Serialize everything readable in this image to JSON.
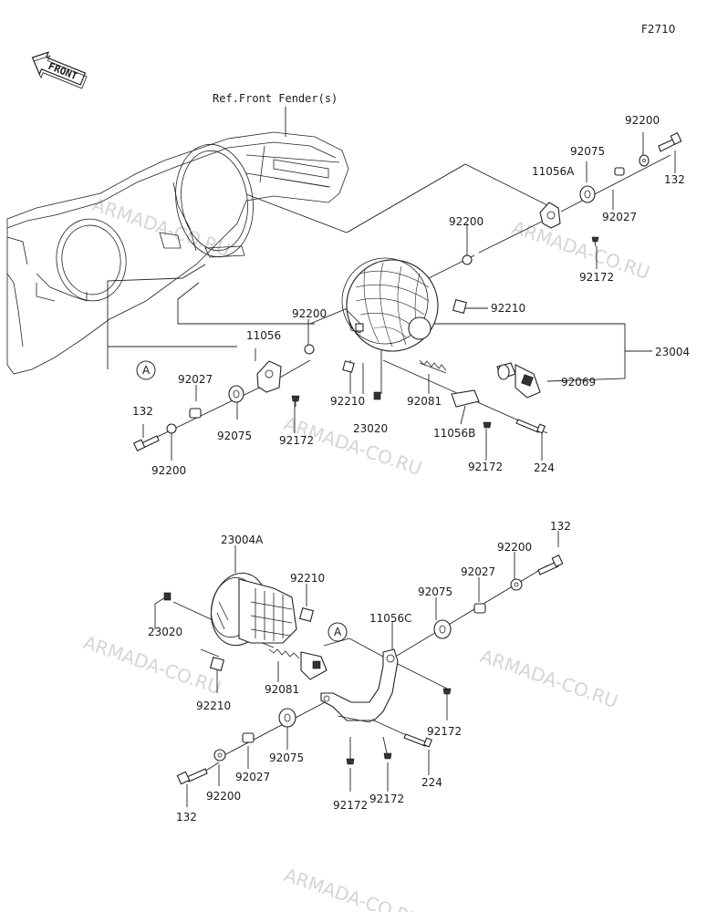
{
  "figure_code": "F2710",
  "front_label": "FRONT",
  "ref_label": "Ref.Front Fender(s)",
  "watermark": "ARMADA-CO.RU",
  "callout_a": "A",
  "upper": {
    "p92200_top": "92200",
    "p132_top": "132",
    "p92075_top": "92075",
    "p11056a": "11056A",
    "p92027_top": "92027",
    "p92172_top": "92172",
    "p92200_mid": "92200",
    "p92210_right": "92210",
    "p23004": "23004",
    "p92069": "92069",
    "p92200_left": "92200",
    "p11056": "11056",
    "p92210_left": "92210",
    "p92081": "92081",
    "p23020": "23020",
    "p11056b": "11056B",
    "p92027_left": "92027",
    "p132_left": "132",
    "p92075_left": "92075",
    "p92172_left": "92172",
    "p92200_bottom": "92200",
    "p92172_bottom": "92172",
    "p224": "224"
  },
  "lower": {
    "p132_top": "132",
    "p92200_top": "92200",
    "p23004a": "23004A",
    "p92210_top": "92210",
    "p92027_top": "92027",
    "p92075_top": "92075",
    "p23020": "23020",
    "p11056c": "11056C",
    "p92081": "92081",
    "p92210_bottom": "92210",
    "p92172_right": "92172",
    "p92075_bottom": "92075",
    "p92027_bottom": "92027",
    "p224": "224",
    "p132_bottom": "132",
    "p92200_bottom": "92200",
    "p92172_a": "92172",
    "p92172_b": "92172"
  }
}
